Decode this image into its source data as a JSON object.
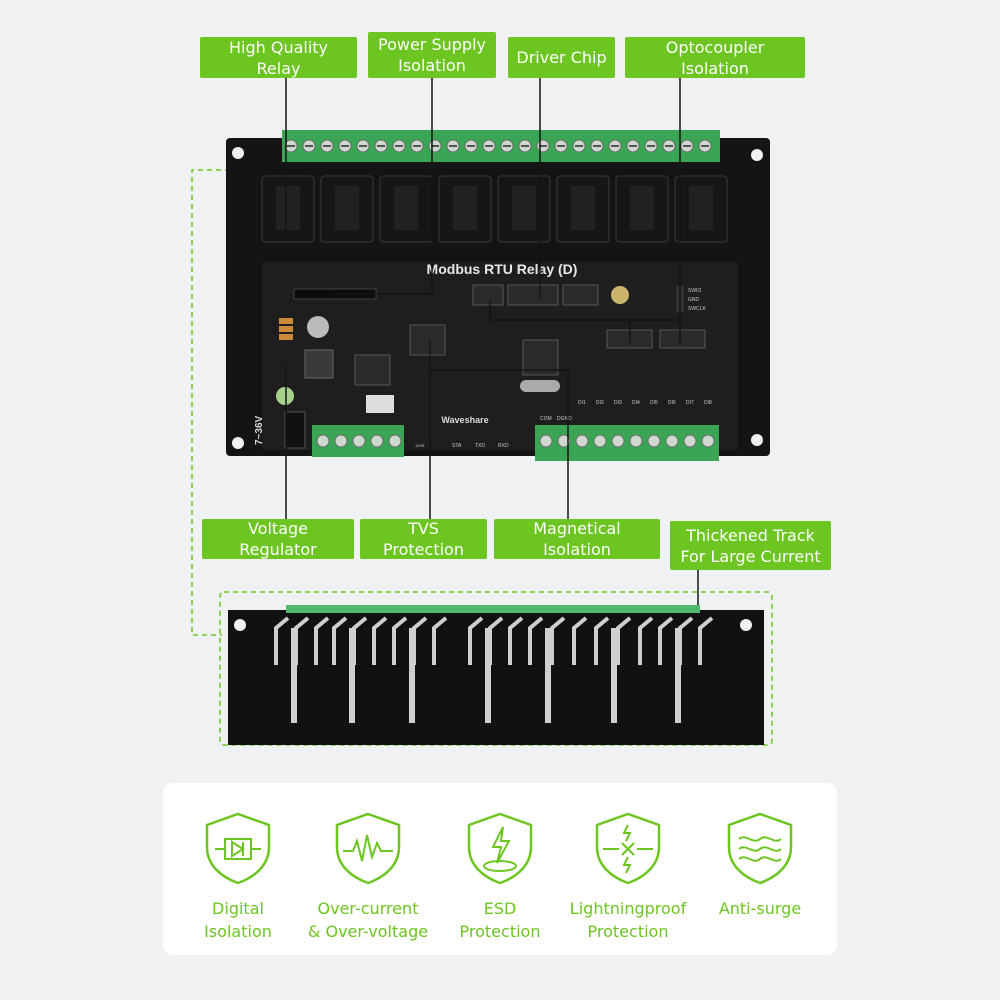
{
  "callouts": {
    "high_quality_relay": "High Quality Relay",
    "power_supply_isolation": "Power Supply\nIsolation",
    "driver_chip": "Driver Chip",
    "optocoupler_isolation": "Optocoupler Isolation",
    "voltage_regulator": "Voltage Regulator",
    "tvs_protection": "TVS Protection",
    "magnetical_isolation": "Magnetical Isolation",
    "thickened_track": "Thickened Track\nFor Large Current"
  },
  "board": {
    "name": "Modbus RTU Relay (D)",
    "brand": "Waveshare",
    "voltage": "7~36V",
    "swio": "SWIO",
    "gnd": "GND",
    "swclk": "SWCLK",
    "sta": "STA",
    "txd": "TXD",
    "rxd": "RXD",
    "com": "COM",
    "dgnd": "DGND",
    "di_labels": [
      "DI1",
      "DI2",
      "DI3",
      "DI4",
      "DI5",
      "DI6",
      "DI7",
      "DI8"
    ],
    "r120": "120R"
  },
  "features": [
    {
      "label": "Digital\nIsolation",
      "icon": "diode-shield-icon"
    },
    {
      "label": "Over-current\n& Over-voltage",
      "icon": "pulse-shield-icon"
    },
    {
      "label": "ESD\nProtection",
      "icon": "esd-shield-icon"
    },
    {
      "label": "Lightningproof\nProtection",
      "icon": "lightning-shield-icon"
    },
    {
      "label": "Anti-surge",
      "icon": "wave-shield-icon"
    }
  ],
  "colors": {
    "accent": "#6cc520",
    "pcb": "#141414",
    "terminal": "#3aa655",
    "background": "#f0f1f2"
  }
}
